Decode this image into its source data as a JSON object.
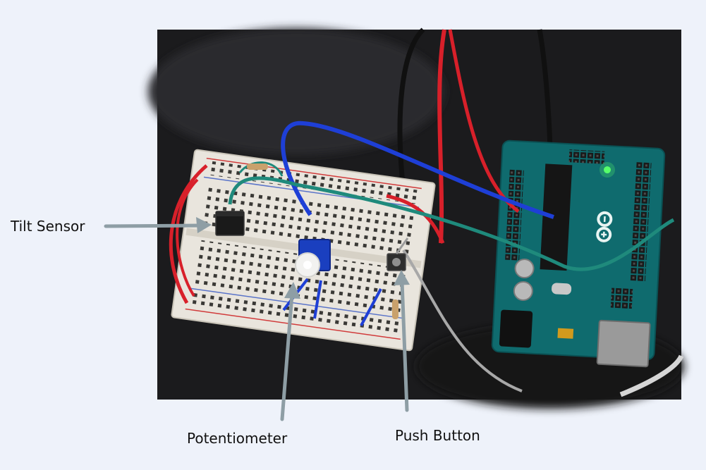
{
  "labels": {
    "tilt_sensor": "Tilt Sensor",
    "potentiometer": "Potentiometer",
    "push_button": "Push Button"
  },
  "colors": {
    "page_background": "#eef2fa",
    "photo_background": "#1b1b1d",
    "breadboard": "#e9e5dd",
    "arduino_board": "#0f6b6e",
    "wire_red": "#d8202a",
    "wire_blue": "#1e3fd6",
    "wire_green": "#1f8a7c",
    "wire_black": "#101010",
    "wire_gray": "#a8a8a8",
    "arrow": "#8e9ea5",
    "led_green": "#57ff6a"
  },
  "icons": {
    "tilt_sensor": "tilt-sensor-icon",
    "potentiometer": "potentiometer-icon",
    "push_button": "push-button-icon",
    "arduino": "arduino-logo-icon"
  }
}
